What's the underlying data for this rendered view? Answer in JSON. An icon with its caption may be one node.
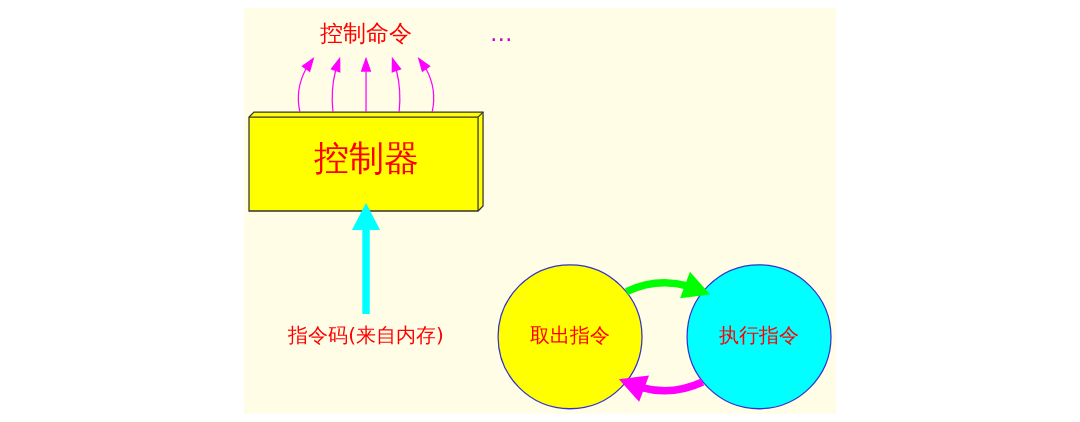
{
  "diagram": {
    "nodes": [
      {
        "text": [
          "控制器"
        ]
      },
      {
        "text": [
          "指令码(来自内存)"
        ]
      },
      {
        "text": [
          "控制命令"
        ]
      },
      {
        "text": [
          "取出指令"
        ]
      },
      {
        "text": [
          "执行指令"
        ]
      }
    ],
    "edges": [
      {
        "from": 1,
        "to": 0,
        "arrow": "to",
        "style": "thick",
        "color": "#00ffff"
      },
      {
        "from": 0,
        "to": 2,
        "arrow": "to",
        "color": "#ff00ff"
      },
      {
        "from": 0,
        "to": 2,
        "arrow": "to",
        "color": "#ff00ff"
      },
      {
        "from": 0,
        "to": 2,
        "arrow": "to",
        "color": "#ff00ff"
      },
      {
        "from": 0,
        "to": 2,
        "arrow": "to",
        "color": "#ff00ff"
      },
      {
        "from": 0,
        "to": 2,
        "arrow": "to",
        "color": "#ff00ff"
      },
      {
        "from": 3,
        "to": 4,
        "arrow": "to",
        "style": "thick",
        "color": "#00ff00"
      },
      {
        "from": 4,
        "to": 3,
        "arrow": "to",
        "style": "thick",
        "color": "#ff00ff"
      }
    ],
    "labels": [
      "…"
    ]
  }
}
